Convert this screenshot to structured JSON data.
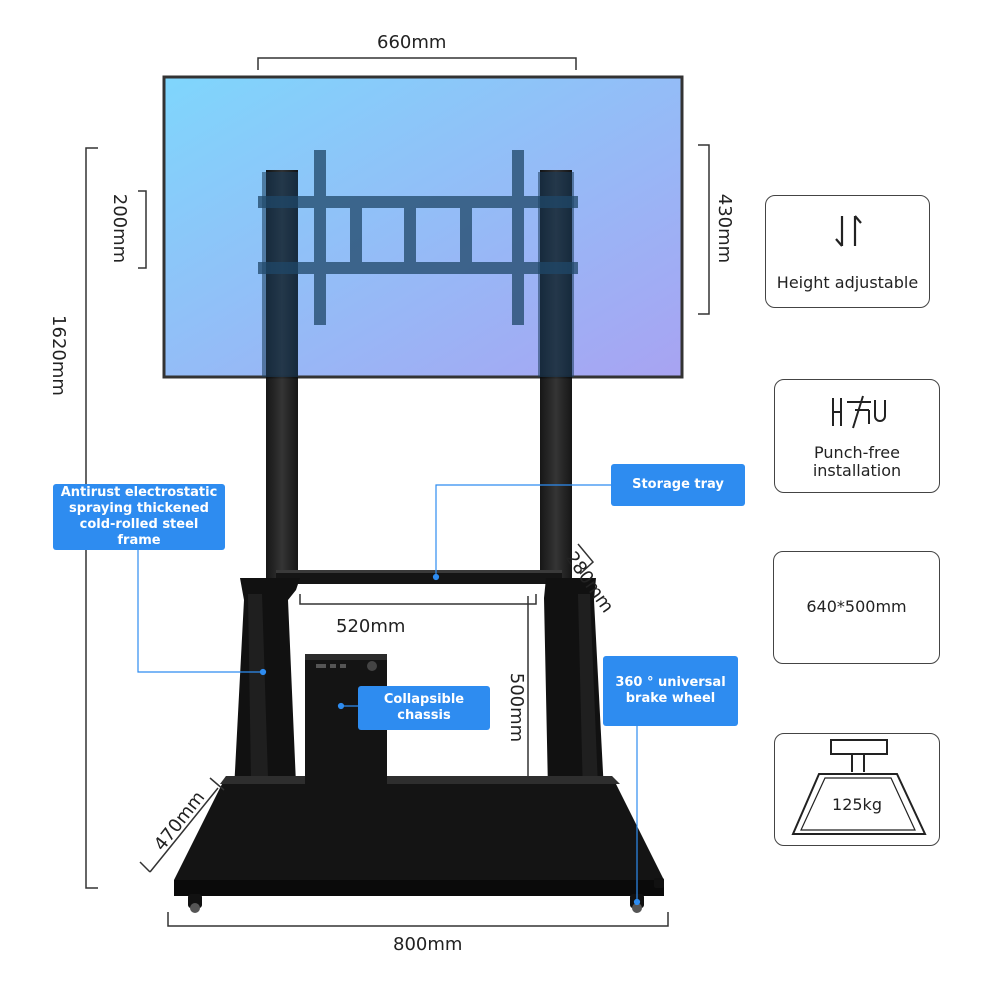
{
  "dimensions": {
    "screen_width": "660mm",
    "screen_height": "430mm",
    "mount_height": "200mm",
    "total_height": "1620mm",
    "tray_depth": "280mm",
    "tray_width": "520mm",
    "chassis_height": "500mm",
    "base_depth": "470mm",
    "base_width": "800mm"
  },
  "callouts": {
    "frame": "Antirust electrostatic spraying thickened cold-rolled steel frame",
    "storage_tray": "Storage tray",
    "chassis": "Collapsible chassis",
    "wheel": "360 ° universal brake wheel"
  },
  "features": [
    {
      "icon": "height-adjust-icon",
      "label": "Height adjustable"
    },
    {
      "icon": "punch-free-icon",
      "label_line1": "Punch-free",
      "label_line2": "installation"
    },
    {
      "label": "640*500mm"
    },
    {
      "icon": "load-capacity-icon",
      "label": "125kg"
    }
  ],
  "colors": {
    "callout_blue": "#2e8cf0",
    "stand_black": "#111111",
    "screen_gradient_start": "#7fd3fb",
    "screen_gradient_end": "#a9a8f3"
  }
}
